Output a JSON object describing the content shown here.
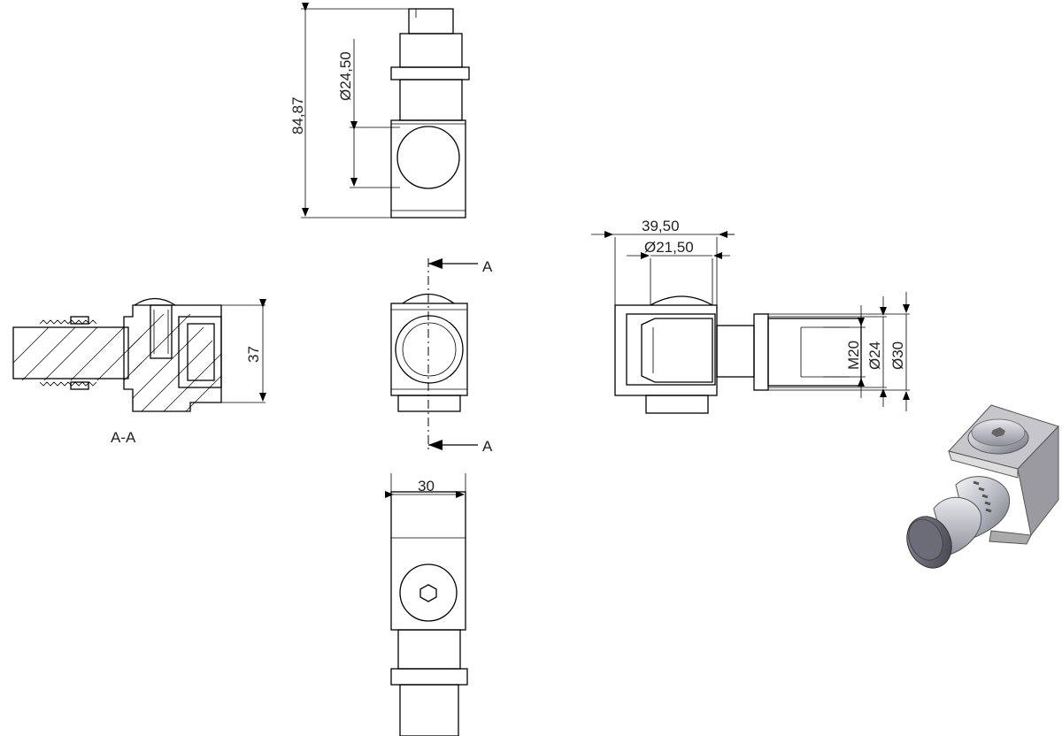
{
  "drawing": {
    "dimensions": {
      "height_total": "84,87",
      "dia_pin": "Ø24,50",
      "height_section": "37",
      "width_39": "39,50",
      "dia_cap": "Ø21,50",
      "thread": "M20",
      "dia_24": "Ø24",
      "dia_30": "Ø30",
      "width_30": "30"
    },
    "section": {
      "label": "A-A",
      "arrow_top": "A",
      "arrow_bottom": "A"
    }
  }
}
